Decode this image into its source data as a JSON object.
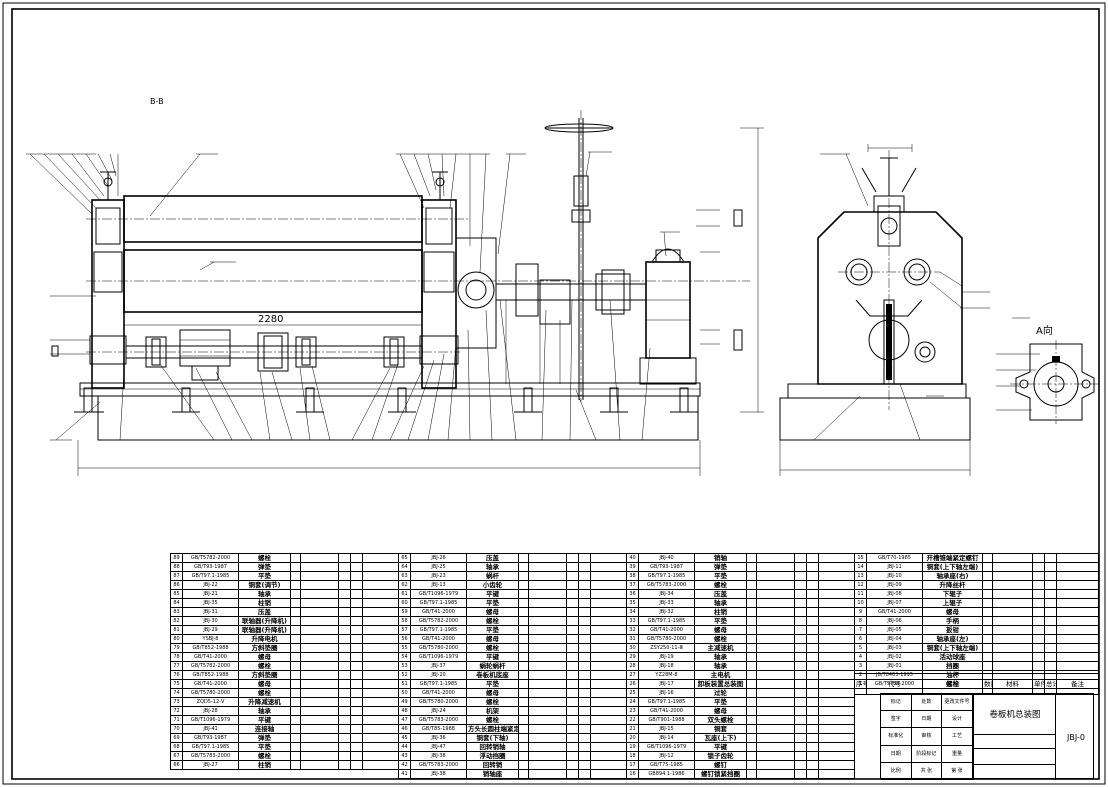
{
  "drawing": {
    "section_mark": "B-B",
    "dimension_label": "2280",
    "view_label": "A向",
    "title": "卷板机总装图",
    "drawing_code": "JBJ-0",
    "title_block_cells": [
      "标记",
      "处数",
      "更改文件号",
      "签字",
      "日期",
      "设计",
      "标准化",
      "审核",
      "工艺",
      "日期",
      "阶段标记",
      "重量",
      "比例",
      "共 张",
      "第 张"
    ]
  },
  "parts_header": {
    "seq": "序号",
    "code": "代号",
    "name": "名称",
    "qty": "数量",
    "material": "材料",
    "single": "单件",
    "total": "总计",
    "weight": "重量",
    "remark": "备注"
  },
  "parts_columns": [
    [
      [
        "89",
        "GB/T5782-2000",
        "螺栓"
      ],
      [
        "88",
        "GB/T93-1987",
        "弹垫"
      ],
      [
        "87",
        "GB/T97.1-1985",
        "平垫"
      ],
      [
        "86",
        "JBJ-22",
        "铜套(调节)"
      ],
      [
        "85",
        "JBJ-21",
        "轴承"
      ],
      [
        "84",
        "JBJ-35",
        "柱销"
      ],
      [
        "83",
        "JBJ-31",
        "压盖"
      ],
      [
        "82",
        "JBJ-30",
        "联轴器(升降机)"
      ],
      [
        "81",
        "JBJ-29",
        "联轴器(升降机)"
      ],
      [
        "80",
        "YSBJ-8",
        "升降电机"
      ],
      [
        "79",
        "GB/T852-1988",
        "方斜垫圈"
      ],
      [
        "78",
        "GB/T41-2000",
        "螺母"
      ],
      [
        "77",
        "GB/T5782-2000",
        "螺栓"
      ],
      [
        "76",
        "GB/T852-1988",
        "方斜垫圈"
      ],
      [
        "75",
        "GB/T41-2000",
        "螺母"
      ],
      [
        "74",
        "GB/T5780-2000",
        "螺栓"
      ],
      [
        "73",
        "ZQD5-12-Ⅴ",
        "升降减速机"
      ],
      [
        "72",
        "JBJ-28",
        "轴承"
      ],
      [
        "71",
        "GB/T1096-1979",
        "平键"
      ],
      [
        "70",
        "JBJ-41",
        "连接轴"
      ],
      [
        "69",
        "GB/T93-1987",
        "弹垫"
      ],
      [
        "68",
        "GB/T97.1-1985",
        "平垫"
      ],
      [
        "67",
        "GB/T5783-2000",
        "螺栓"
      ],
      [
        "66",
        "JBJ-27",
        "柱销"
      ]
    ],
    [
      [
        "65",
        "JBJ-26",
        "压盖"
      ],
      [
        "64",
        "JBJ-25",
        "轴承"
      ],
      [
        "63",
        "JBJ-23",
        "蜗杆"
      ],
      [
        "62",
        "JBJ-13",
        "小齿轮"
      ],
      [
        "61",
        "GB/T1096-1979",
        "平键"
      ],
      [
        "60",
        "GB/T97.1-1985",
        "平垫"
      ],
      [
        "59",
        "GB/T41-2000",
        "螺母"
      ],
      [
        "58",
        "GB/T5782-2000",
        "螺栓"
      ],
      [
        "57",
        "GB/T97.1-1985",
        "平垫"
      ],
      [
        "56",
        "GB/T41-2000",
        "螺母"
      ],
      [
        "55",
        "GB/T5780-2000",
        "螺栓"
      ],
      [
        "54",
        "GB/T1096-1979",
        "平键"
      ],
      [
        "53",
        "JBJ-37",
        "蜗轮蜗杆"
      ],
      [
        "52",
        "JBJ-20",
        "卷板机底座"
      ],
      [
        "51",
        "GB/T97.1-1985",
        "平垫"
      ],
      [
        "50",
        "GB/T41-2000",
        "螺母"
      ],
      [
        "49",
        "GB/T5780-2000",
        "螺栓"
      ],
      [
        "48",
        "JBJ-24",
        "机架"
      ],
      [
        "47",
        "GB/T5783-2000",
        "螺栓"
      ],
      [
        "46",
        "GB/T85-1988",
        "方头长圆柱端紧定螺钉"
      ],
      [
        "45",
        "JBJ-36",
        "铜套(下轴)"
      ],
      [
        "44",
        "JBJ-47",
        "回转销轴"
      ],
      [
        "43",
        "JBJ-38",
        "浮动挡圈"
      ],
      [
        "42",
        "GB/T5783-2000",
        "回转销"
      ],
      [
        "41",
        "JBJ-38",
        "销轴座"
      ]
    ],
    [
      [
        "40",
        "JBJ-40",
        "销轴"
      ],
      [
        "39",
        "GB/T93-1987",
        "弹垫"
      ],
      [
        "38",
        "GB/T97.1-1985",
        "平垫"
      ],
      [
        "37",
        "GB/T5783-2000",
        "螺栓"
      ],
      [
        "36",
        "JBJ-34",
        "压盖"
      ],
      [
        "35",
        "JBJ-33",
        "轴承"
      ],
      [
        "34",
        "JBJ-32",
        "柱销"
      ],
      [
        "33",
        "GB/T97.1-1985",
        "平垫"
      ],
      [
        "32",
        "GB/T41-2000",
        "螺母"
      ],
      [
        "31",
        "GB/T5780-2000",
        "螺栓"
      ],
      [
        "30",
        "ZSY250-11-Ⅲ",
        "主减速机"
      ],
      [
        "29",
        "JBJ-19",
        "轴承"
      ],
      [
        "28",
        "JBJ-18",
        "轴承"
      ],
      [
        "27",
        "YZ28M-8",
        "主电机"
      ],
      [
        "26",
        "JBJ-17",
        "卸板装置总装图"
      ],
      [
        "25",
        "JBJ-16",
        "过轮"
      ],
      [
        "24",
        "GB/T97.1-1985",
        "平垫"
      ],
      [
        "23",
        "GB/T41-2000",
        "螺母"
      ],
      [
        "22",
        "GB/T901-1988",
        "双头螺栓"
      ],
      [
        "21",
        "JBJ-15",
        "铜套"
      ],
      [
        "20",
        "JBJ-14",
        "瓦座(上下)"
      ],
      [
        "19",
        "GB/T1096-1979",
        "平键"
      ],
      [
        "18",
        "JBJ-12",
        "锁子齿轮"
      ],
      [
        "17",
        "GB/T75-1985",
        "螺钉"
      ],
      [
        "16",
        "GB894.1-1986",
        "螺钉锁紧挡圈"
      ]
    ],
    [
      [
        "15",
        "GB/T70-1985",
        "开槽锥端紧定螺钉"
      ],
      [
        "14",
        "JBJ-11",
        "铜套(上下轴左端)"
      ],
      [
        "13",
        "JBJ-10",
        "轴承座(右)"
      ],
      [
        "12",
        "JBJ-09",
        "升降丝杆"
      ],
      [
        "11",
        "JBJ-08",
        "下辊子"
      ],
      [
        "10",
        "JBJ-07",
        "上辊子"
      ],
      [
        "9",
        "GB/T41-2000",
        "螺母"
      ],
      [
        "8",
        "JBJ-06",
        "手柄"
      ],
      [
        "7",
        "JBJ-05",
        "扳钳"
      ],
      [
        "6",
        "JBJ-04",
        "轴承座(左)"
      ],
      [
        "5",
        "JBJ-03",
        "铜套(上下轴左端)"
      ],
      [
        "4",
        "JBJ-02",
        "活动球座"
      ],
      [
        "3",
        "JBJ-01",
        "挡圈"
      ],
      [
        "2",
        "JB/T8463-1995",
        "油杯"
      ],
      [
        "1",
        "GB/T5783-2000",
        "螺栓"
      ]
    ]
  ]
}
